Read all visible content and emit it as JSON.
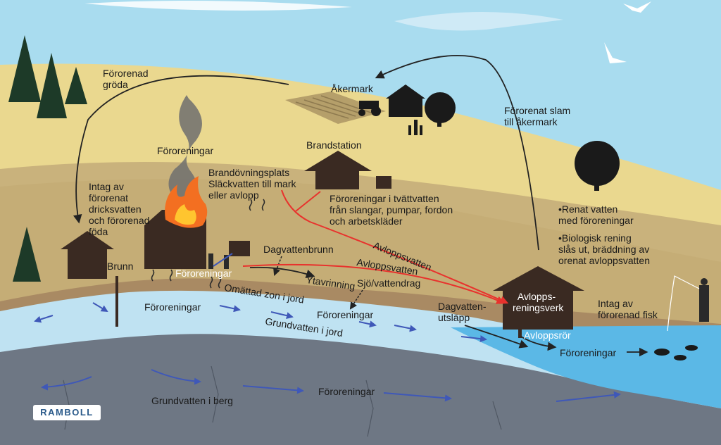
{
  "labels": {
    "fororenad_groda": "Förorenad\ngröda",
    "akermark": "Åkermark",
    "fororenat_slam": "Förorenat slam\ntill åkermark",
    "fororeningar_smoke": "Föroreningar",
    "brandstation": "Brandstation",
    "brandovningsplats": "Brandövningsplats\nSläckvatten till mark\neller avlopp",
    "intag_dricksvatten": "Intag av\nförorenat\ndricksvatten\noch förorenad\nföda",
    "fororeningar_tvattvatten": "Föroreningar i tvättvatten\nfrån slangar, pumpar, fordon\noch arbetskläder",
    "renat_vatten": "•Renat vatten\nmed föroreningar",
    "biologisk_rening": "•Biologisk rening\nslås ut, bräddning av\norenat avloppsvatten",
    "brunn": "Brunn",
    "dagvattenbrunn": "Dagvattenbrunn",
    "avloppsvatten_1": "Avloppsvatten",
    "avloppsvatten_2": "Avloppsvatten",
    "fororeningar_ground": "Föroreningar",
    "ytavrinning": "Ytavrinning",
    "omattad_zon": "Omättad zon i jord",
    "sjo_vattendrag": "Sjö/vattendrag",
    "avloppsreningsverk": "Avlopps-\nreningsverk",
    "intag_fisk": "Intag av\nförorenad fisk",
    "fororeningar_gw_left": "Föroreningar",
    "fororeningar_lake": "Föroreningar",
    "grundvatten_jord": "Grundvatten i jord",
    "dagvatten_utslapp": "Dagvatten-\nutsläpp",
    "avloppsror": "Avloppsrör",
    "fororeningar_fish": "Föroreningar",
    "grundvatten_berg": "Grundvatten i berg",
    "fororeningar_bedrock": "Föroreningar"
  },
  "logo": "RAMBOLL",
  "colors": {
    "sky": "#a9dcef",
    "sand": "#ead88f",
    "soil": "#c9b27c",
    "soil_dark": "#a38f63",
    "groundwater": "#bfe2f2",
    "bedrock": "#6e7784",
    "lake": "#5bb8e6",
    "silhouette": "#3a2a22",
    "arrow_red": "#e8322d",
    "arrow_blue": "#3f58b8",
    "arrow_black": "#222222",
    "fire": "#f36f21"
  }
}
